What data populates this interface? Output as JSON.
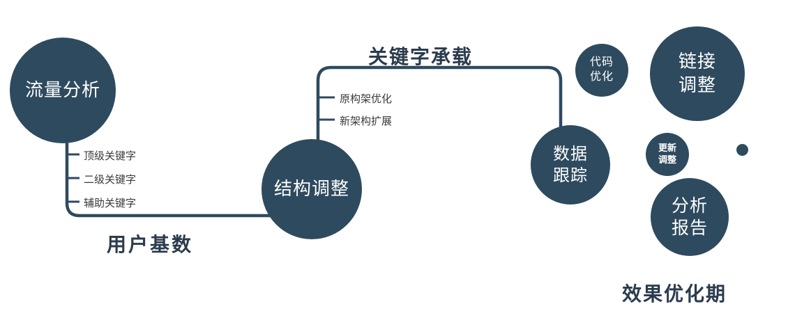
{
  "colors": {
    "primary": "#2e4a5e",
    "ink": "#2b3b4d",
    "label_text": "#3a3a3a"
  },
  "nodes": {
    "traffic": {
      "label": "流量分析"
    },
    "structure": {
      "label": "结构调整"
    },
    "data_tracking": {
      "lines": [
        "数据",
        "跟踪"
      ]
    },
    "code_opt": {
      "lines": [
        "代码",
        "优化"
      ]
    },
    "link_adjust": {
      "lines": [
        "链接",
        "调整"
      ]
    },
    "update_adjust": {
      "lines": [
        "更新",
        "调整"
      ]
    },
    "analysis_report": {
      "lines": [
        "分析",
        "报告"
      ]
    }
  },
  "edge_labels": {
    "top": "关键字承载",
    "bottom": "用户基数"
  },
  "branch_labels": {
    "traffic": [
      "顶级关键字",
      "二级关键字",
      "辅助关键字"
    ],
    "structure": [
      "原构架优化",
      "新架构扩展"
    ]
  },
  "footer": "效果优化期"
}
